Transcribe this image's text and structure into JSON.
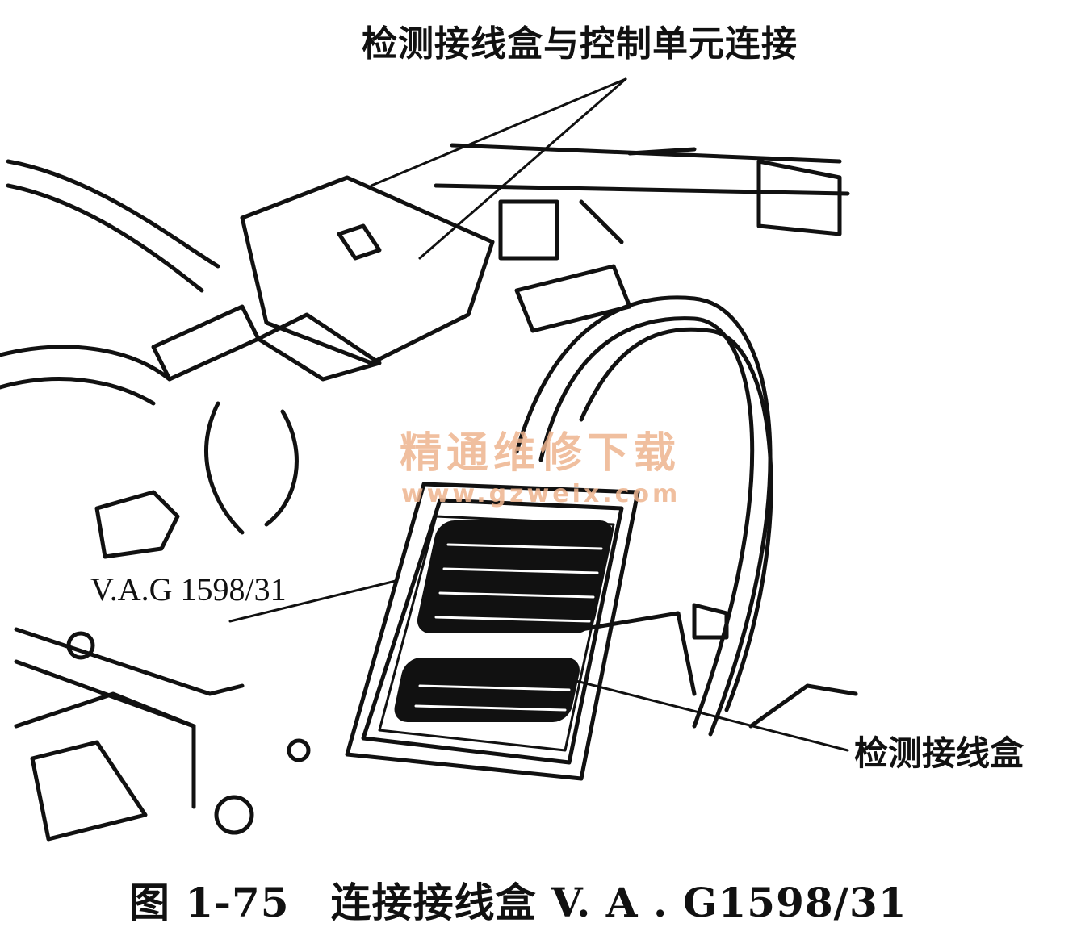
{
  "labels": {
    "top": "检测接线盒与控制单元连接",
    "vag": "V.A.G 1598/31",
    "box": "检测接线盒"
  },
  "caption": "图 1-75　连接接线盒 V. A . G1598/31",
  "watermark": {
    "cn": "精通维修下载",
    "url": "www.gzweix.com",
    "color": "#eeb58f"
  }
}
